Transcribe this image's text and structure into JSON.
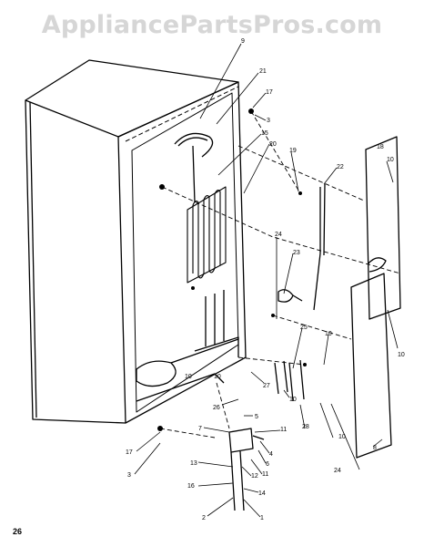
{
  "watermark": "AppliancePartsPros.com",
  "page_number": "26",
  "callouts": [
    {
      "id": "c9a",
      "text": "9"
    },
    {
      "id": "c21",
      "text": "21"
    },
    {
      "id": "c17a",
      "text": "17"
    },
    {
      "id": "c3a",
      "text": "3"
    },
    {
      "id": "c15",
      "text": "15"
    },
    {
      "id": "c20",
      "text": "20"
    },
    {
      "id": "c19",
      "text": "19"
    },
    {
      "id": "c22",
      "text": "22"
    },
    {
      "id": "c18",
      "text": "18"
    },
    {
      "id": "c10a",
      "text": "10"
    },
    {
      "id": "c24",
      "text": "24"
    },
    {
      "id": "c23",
      "text": "23"
    },
    {
      "id": "c25",
      "text": "25"
    },
    {
      "id": "c10b",
      "text": "10"
    },
    {
      "id": "c10c",
      "text": "10"
    },
    {
      "id": "c10d",
      "text": "10"
    },
    {
      "id": "c27",
      "text": "27"
    },
    {
      "id": "c10e",
      "text": "10"
    },
    {
      "id": "c26",
      "text": "26"
    },
    {
      "id": "c5",
      "text": "5"
    },
    {
      "id": "c28",
      "text": "28"
    },
    {
      "id": "c10f",
      "text": "10"
    },
    {
      "id": "c7",
      "text": "7"
    },
    {
      "id": "c11a",
      "text": "11"
    },
    {
      "id": "c4",
      "text": "4"
    },
    {
      "id": "c6",
      "text": "6"
    },
    {
      "id": "c11b",
      "text": "11"
    },
    {
      "id": "c13",
      "text": "13"
    },
    {
      "id": "c12",
      "text": "12"
    },
    {
      "id": "c16",
      "text": "16"
    },
    {
      "id": "c14",
      "text": "14"
    },
    {
      "id": "c2",
      "text": "2"
    },
    {
      "id": "c1",
      "text": "1"
    },
    {
      "id": "c17b",
      "text": "17"
    },
    {
      "id": "c3b",
      "text": "3"
    },
    {
      "id": "c24b",
      "text": "24"
    },
    {
      "id": "c8",
      "text": "8"
    },
    {
      "id": "c10g",
      "text": "10"
    }
  ]
}
